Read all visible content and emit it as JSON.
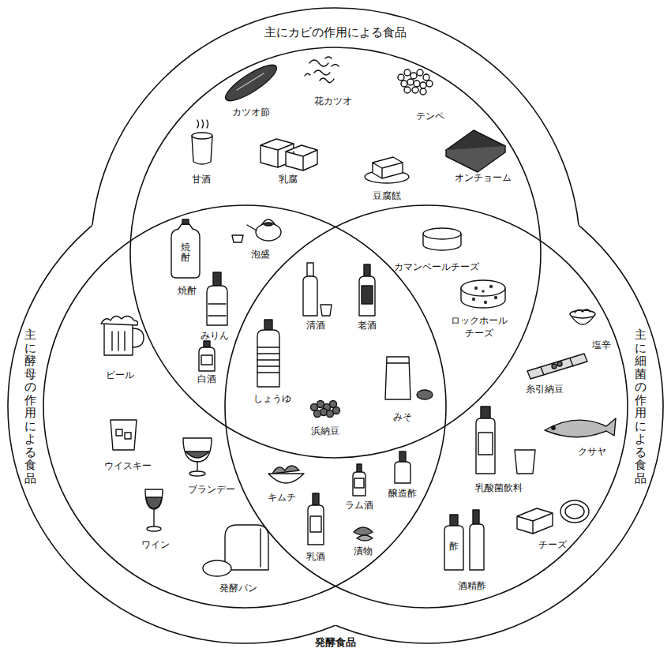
{
  "diagram": {
    "nodes": [
      {
        "text": [
          "発酵食品"
        ]
      },
      {
        "text": [
          "主にカビの作用による食品"
        ],
        "in": 0
      },
      {
        "text": [
          "主に酵母の作用による食品"
        ],
        "in": 0
      },
      {
        "text": [
          "主に細菌の作用による食品"
        ],
        "in": 0
      }
    ],
    "labels": [
      "カツオ節",
      "花カツオ",
      "テンペ",
      "甘酒",
      "乳腐",
      "豆腐餻",
      "オンチョーム",
      "焼酎",
      "泡盛",
      "焼酎",
      "カマンベールチーズ",
      "清酒",
      "老酒",
      "ロックホール チーズ",
      "塩辛",
      "みりん",
      "白酒",
      "ビール",
      "糸引納豆",
      "しょうゆ",
      "みそ",
      "浜納豆",
      "クサヤ",
      "ウイスキー",
      "ブランデー",
      "キムチ",
      "ラム酒",
      "醸造酢",
      "乳酸菌飲料",
      "ワイン",
      "チーズ",
      "漬物",
      "乳酒",
      "酢",
      "発酵パン",
      "酒精酢"
    ]
  }
}
